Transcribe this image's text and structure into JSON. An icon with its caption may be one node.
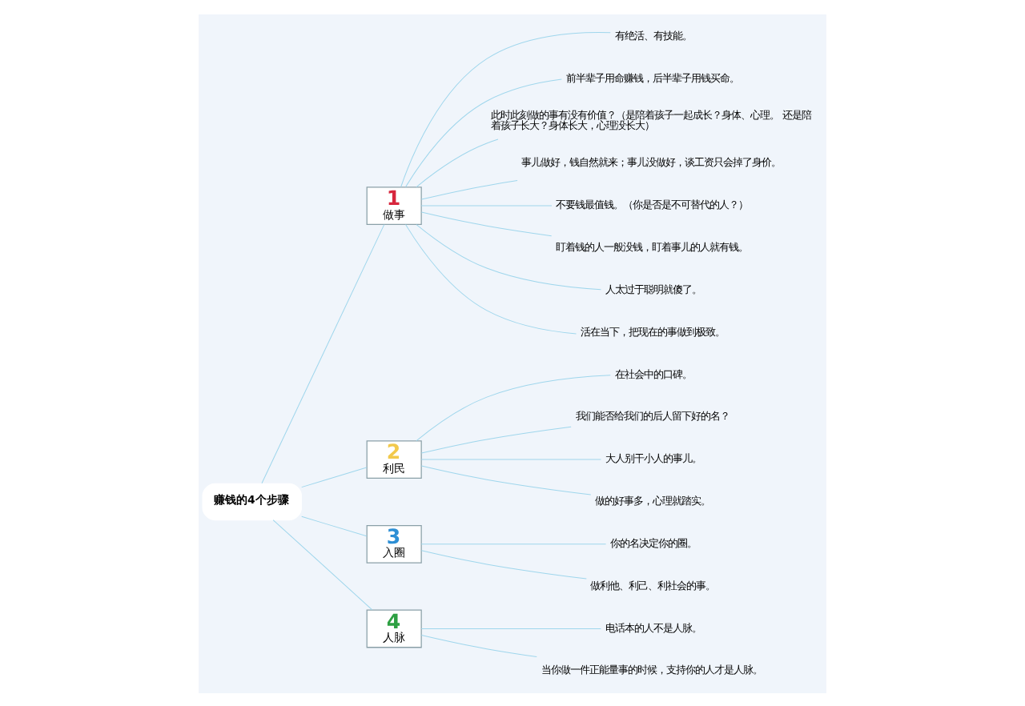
{
  "diagram": {
    "nodes": [
      {
        "text": [
          "赚钱的4个步骤"
        ]
      },
      {
        "text": [
          "1",
          "做事"
        ]
      },
      {
        "text": [
          "有绝活、有技能。"
        ]
      },
      {
        "text": [
          "前半辈子用命赚钱，后半辈子用钱买命。"
        ]
      },
      {
        "text": [
          "此时此刻做的事有没有价值？（是陪着孩子一起成长？身体、心理。 还是陪着孩子长大？身体长大，心理没长大）"
        ]
      },
      {
        "text": [
          "事儿做好，钱自然就来；事儿没做好，谈工资只会掉了身价。"
        ]
      },
      {
        "text": [
          "不要钱最值钱。（你是否是不可替代的人？）"
        ]
      },
      {
        "text": [
          "盯着钱的人一般没钱，盯着事儿的人就有钱。"
        ]
      },
      {
        "text": [
          "人太过于聪明就傻了。"
        ]
      },
      {
        "text": [
          "活在当下，把现在的事做到极致。"
        ]
      },
      {
        "text": [
          "2",
          "利民"
        ]
      },
      {
        "text": [
          "在社会中的口碑。"
        ]
      },
      {
        "text": [
          "我们能否给我们的后人留下好的名？"
        ]
      },
      {
        "text": [
          "大人别干小人的事儿。"
        ]
      },
      {
        "text": [
          "做的好事多，心理就踏实。"
        ]
      },
      {
        "text": [
          "3",
          "入圈"
        ]
      },
      {
        "text": [
          "你的名决定你的圈。"
        ]
      },
      {
        "text": [
          "做利他、利己、利社会的事。"
        ]
      },
      {
        "text": [
          "4",
          "人脉"
        ]
      },
      {
        "text": [
          "电话本的人不是人脉。"
        ]
      },
      {
        "text": [
          "当你做一件正能量事的时候，支持你的人才是人脉。"
        ]
      }
    ],
    "edges": [
      {
        "from": 0,
        "to": 1,
        "arrow": "none"
      },
      {
        "from": 0,
        "to": 10,
        "arrow": "none"
      },
      {
        "from": 0,
        "to": 15,
        "arrow": "none"
      },
      {
        "from": 0,
        "to": 18,
        "arrow": "none"
      },
      {
        "from": 1,
        "to": 2,
        "arrow": "none"
      },
      {
        "from": 1,
        "to": 3,
        "arrow": "none"
      },
      {
        "from": 1,
        "to": 4,
        "arrow": "none"
      },
      {
        "from": 1,
        "to": 5,
        "arrow": "none"
      },
      {
        "from": 1,
        "to": 6,
        "arrow": "none"
      },
      {
        "from": 1,
        "to": 7,
        "arrow": "none"
      },
      {
        "from": 1,
        "to": 8,
        "arrow": "none"
      },
      {
        "from": 1,
        "to": 9,
        "arrow": "none"
      },
      {
        "from": 10,
        "to": 11,
        "arrow": "none"
      },
      {
        "from": 10,
        "to": 12,
        "arrow": "none"
      },
      {
        "from": 10,
        "to": 13,
        "arrow": "none"
      },
      {
        "from": 10,
        "to": 14,
        "arrow": "none"
      },
      {
        "from": 15,
        "to": 16,
        "arrow": "none"
      },
      {
        "from": 15,
        "to": 17,
        "arrow": "none"
      },
      {
        "from": 18,
        "to": 19,
        "arrow": "none"
      },
      {
        "from": 18,
        "to": 20,
        "arrow": "none"
      }
    ]
  }
}
